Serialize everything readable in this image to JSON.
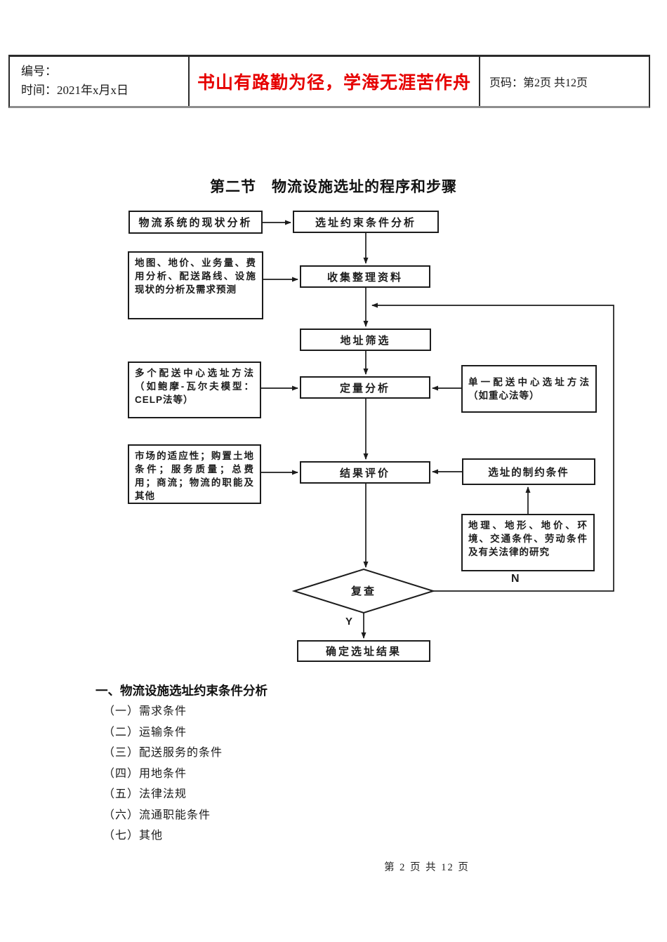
{
  "header": {
    "number_label": "编号：",
    "date_label": "时间：2021年x月x日",
    "motto": "书山有路勤为径，学海无涯苦作舟",
    "page_label": "页码：第2页 共12页"
  },
  "title": "第二节　物流设施选址的程序和步骤",
  "flowchart": {
    "boxes": {
      "status_analysis": "物流系统的现状分析",
      "constraint_analysis": "选址约束条件分析",
      "data_inputs": "地图、地价、业务量、费用分析、配送路线、设施现状的分析及需求预测",
      "collect": "收集整理资料",
      "screening": "地址筛选",
      "multi_method": "多个配送中心选址方法（如鲍摩-瓦尔夫模型：CELP法等）",
      "quantitative": "定量分析",
      "single_method": "单一配送中心选址方法（如重心法等）",
      "market_factors": "市场的适应性；购置土地条件；服务质量；总费用；商流；物流的职能及其他",
      "evaluation": "结果评价",
      "constraints": "选址的制约条件",
      "geo_research": "地理、地形、地价、环境、交通条件、劳动条件及有关法律的研究",
      "review": "复查",
      "confirm": "确定选址结果"
    },
    "labels": {
      "yes": "Y",
      "no": "N"
    }
  },
  "section": {
    "heading": "一、物流设施选址约束条件分析",
    "items": [
      "（一）需求条件",
      "（二）运输条件",
      "（三）配送服务的条件",
      "（四）用地条件",
      "（五）法律法规",
      "（六）流通职能条件",
      "（七）其他"
    ]
  },
  "footer": "第 2 页 共 12 页",
  "colors": {
    "motto_red": "#e60000",
    "ink": "#1c1c1c"
  }
}
